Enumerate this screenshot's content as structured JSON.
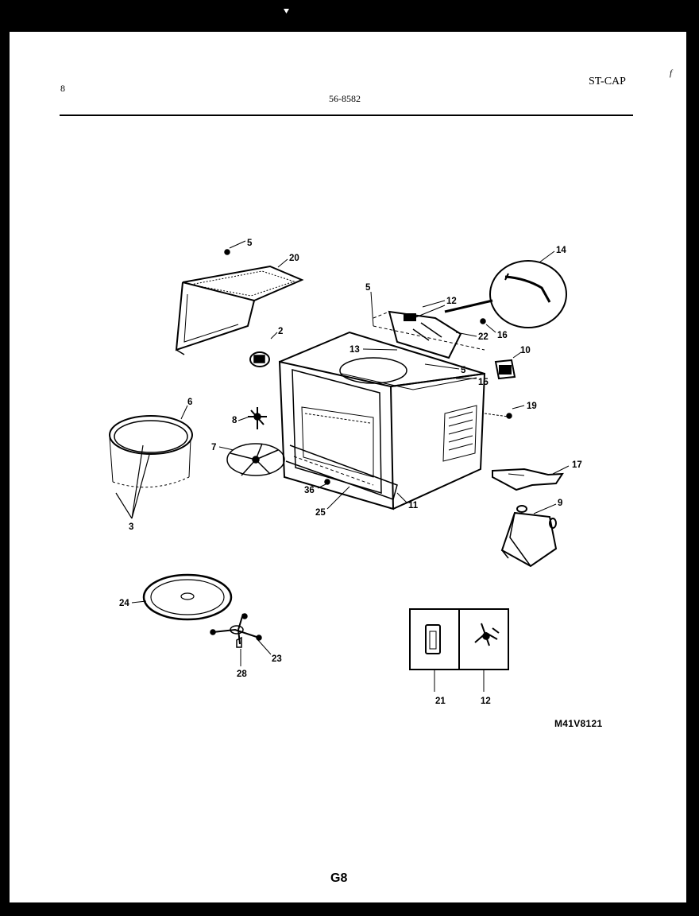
{
  "header": {
    "page_number": "8",
    "document_number": "56-8582",
    "section_code": "ST-CAP",
    "edge_mark": "f"
  },
  "callouts": [
    "5",
    "20",
    "14",
    "5",
    "12",
    "2",
    "13",
    "22",
    "16",
    "10",
    "5",
    "15",
    "6",
    "8",
    "19",
    "7",
    "17",
    "36",
    "11",
    "25",
    "3",
    "9",
    "24",
    "23",
    "28",
    "21",
    "12"
  ],
  "model_code": "M41V8121",
  "page_id": "G8"
}
